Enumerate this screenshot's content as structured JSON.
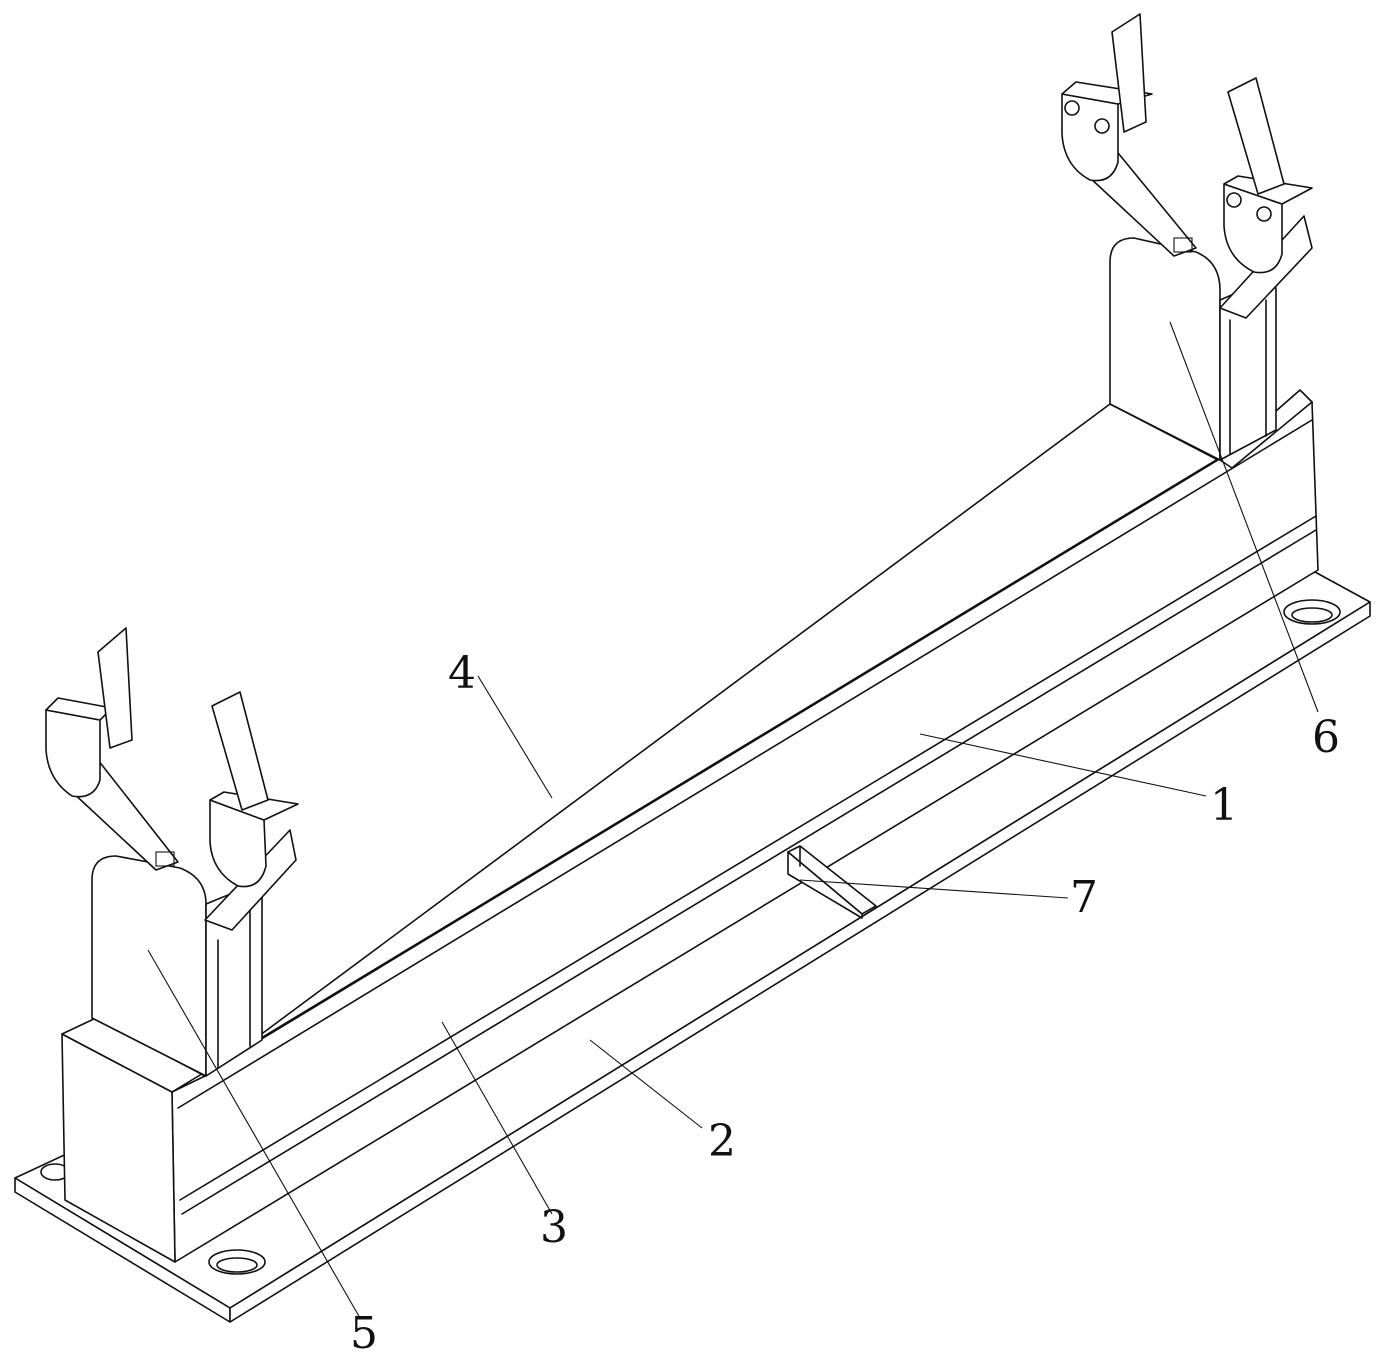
{
  "labels": {
    "l1": "1",
    "l2": "2",
    "l3": "3",
    "l4": "4",
    "l5": "5",
    "l6": "6",
    "l7": "7"
  },
  "colors": {
    "line": "#111111",
    "background": "#ffffff"
  }
}
